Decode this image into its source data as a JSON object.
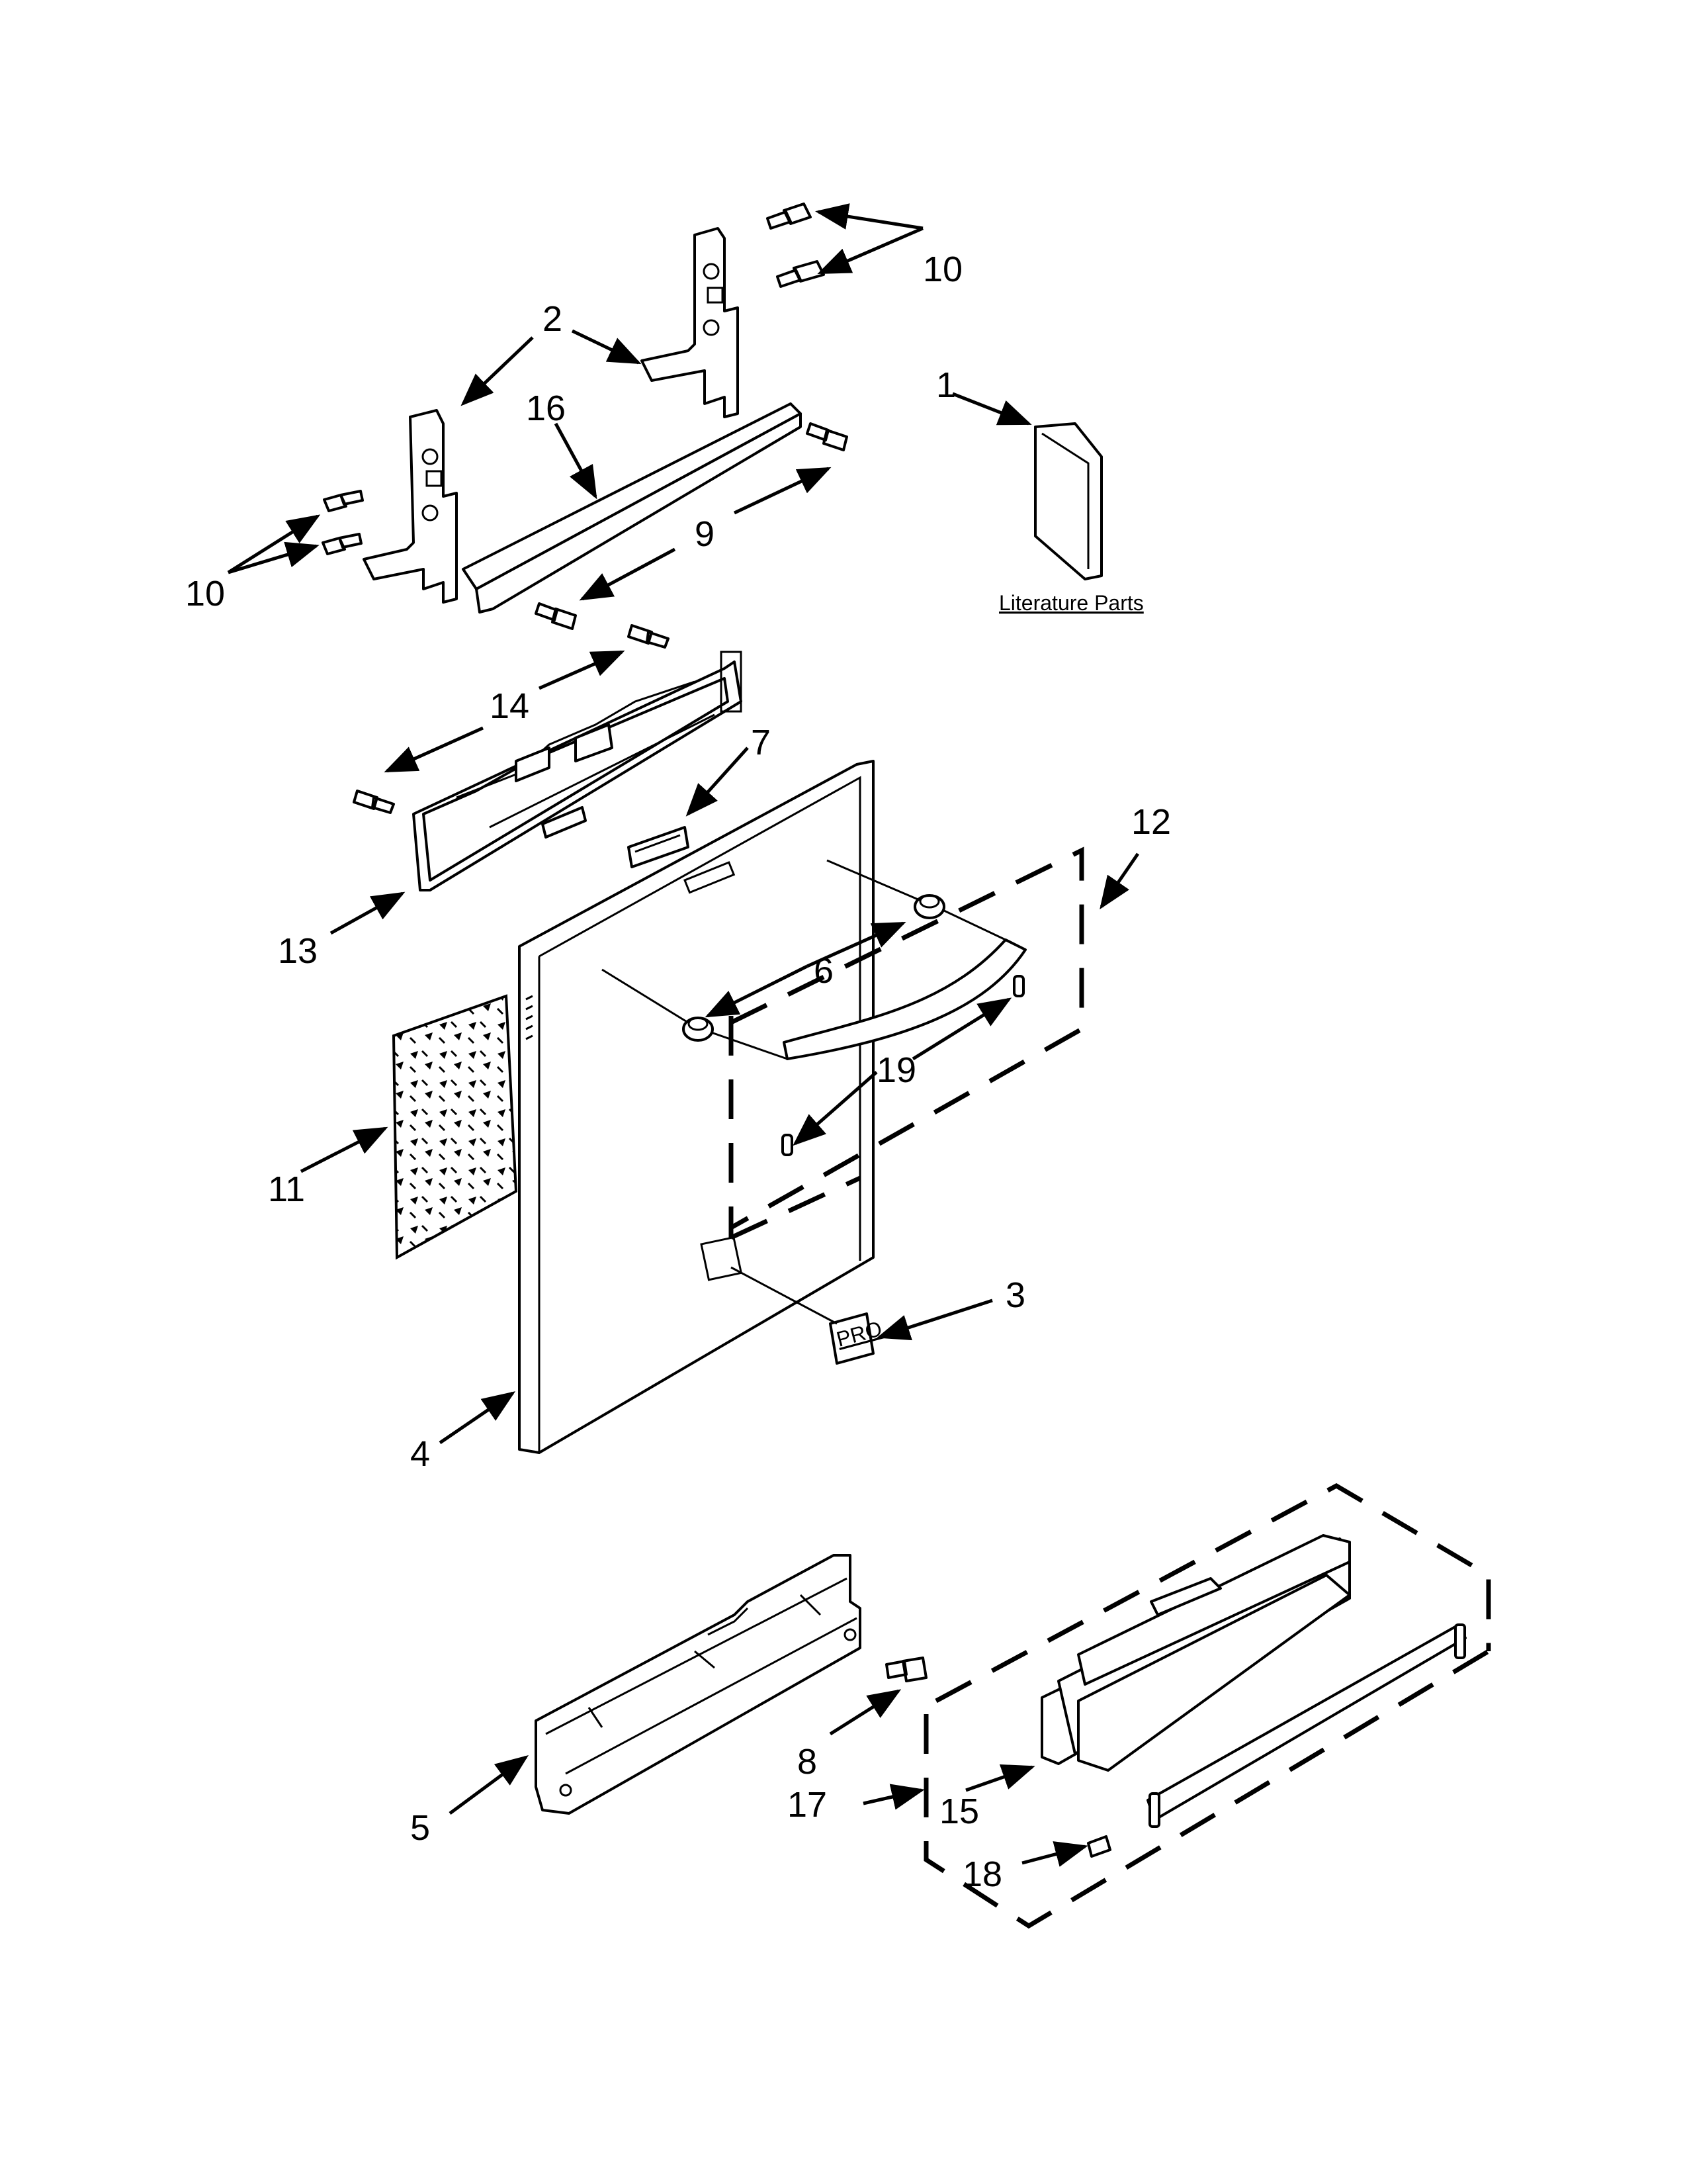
{
  "callouts": {
    "c1": "1",
    "c2": "2",
    "c3": "3",
    "c4": "4",
    "c5": "5",
    "c6": "6",
    "c7": "7",
    "c8": "8",
    "c9": "9",
    "c10a": "10",
    "c10b": "10",
    "c11": "11",
    "c12": "12",
    "c13": "13",
    "c14": "14",
    "c15": "15",
    "c16": "16",
    "c17": "17",
    "c18": "18",
    "c19": "19"
  },
  "literature_label": "Literature Parts",
  "badge_text": "PRO"
}
